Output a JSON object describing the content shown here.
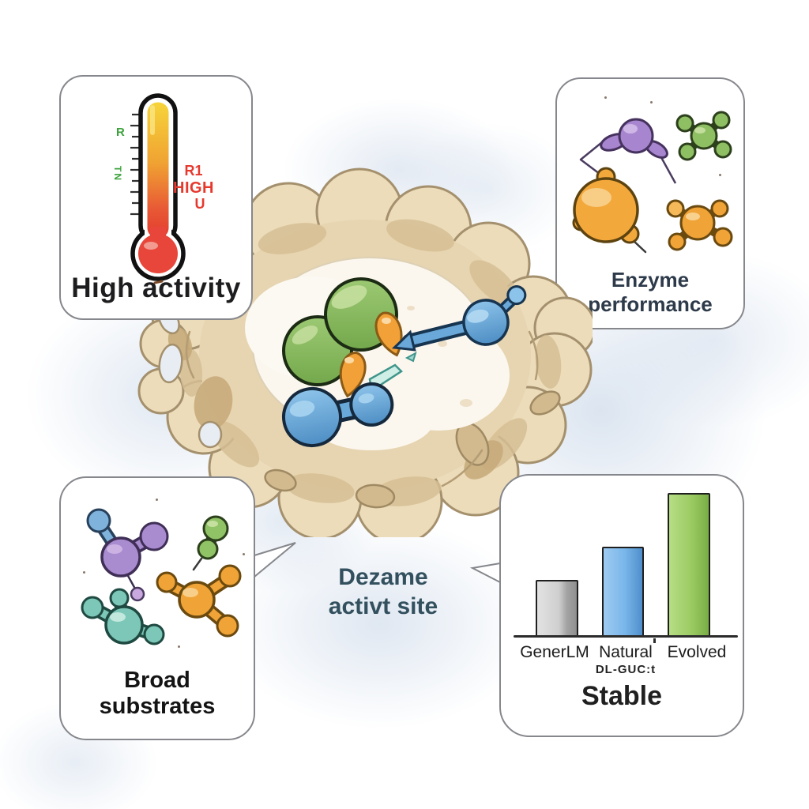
{
  "palette": {
    "bg": "#ffffff",
    "wash": "#d9e3ef",
    "card_border": "#85878c",
    "ink": "#1d1d1f",
    "slate_ink": "#2d3a4a",
    "caption_ink": "#33505e",
    "thermo_red": "#e6392e",
    "thermo_green": "#3ca23c",
    "bar_gray": "#cfcfcf",
    "bar_gray_shade": "#a3a3a3",
    "bar_blue": "#79b6e9",
    "bar_blue_shade": "#4e8ecb",
    "bar_green": "#9ccb63",
    "bar_green_shade": "#79ae45",
    "enzyme_body": "#e7d5b1",
    "enzyme_outline": "#a4906d",
    "molecule_green": "#87bc5e",
    "molecule_blue": "#68a9da",
    "molecule_orange": "#f1a137",
    "molecule_purple": "#a886cf",
    "molecule_teal": "#7cc7b8"
  },
  "cards": {
    "high_activity": {
      "label": "High activity",
      "thermometer_green_marks": [
        "R",
        "TN"
      ],
      "thermometer_red_marks": [
        "R1",
        "HIGH",
        "U"
      ]
    },
    "enzyme_performance": {
      "label_line1": "Enzyme",
      "label_line2": "performance"
    },
    "broad_substrates": {
      "label_line1": "Broad",
      "label_line2": "substrates"
    },
    "stability": {
      "label": "Stable"
    }
  },
  "center_caption": {
    "line1": "Dezame",
    "line2": "activt site"
  },
  "chart_data": {
    "type": "bar",
    "title": "Stable",
    "categories": [
      "GenerLM",
      "Natural",
      "Evolved"
    ],
    "sublabels": [
      "",
      "DL-GUC:t",
      ""
    ],
    "values": [
      38,
      60,
      96
    ],
    "ylim": [
      0,
      100
    ],
    "colors": [
      "#cfcfcf",
      "#79b6e9",
      "#9ccb63"
    ],
    "axis": "single baseline, no ticks or value labels",
    "legend": "none"
  }
}
